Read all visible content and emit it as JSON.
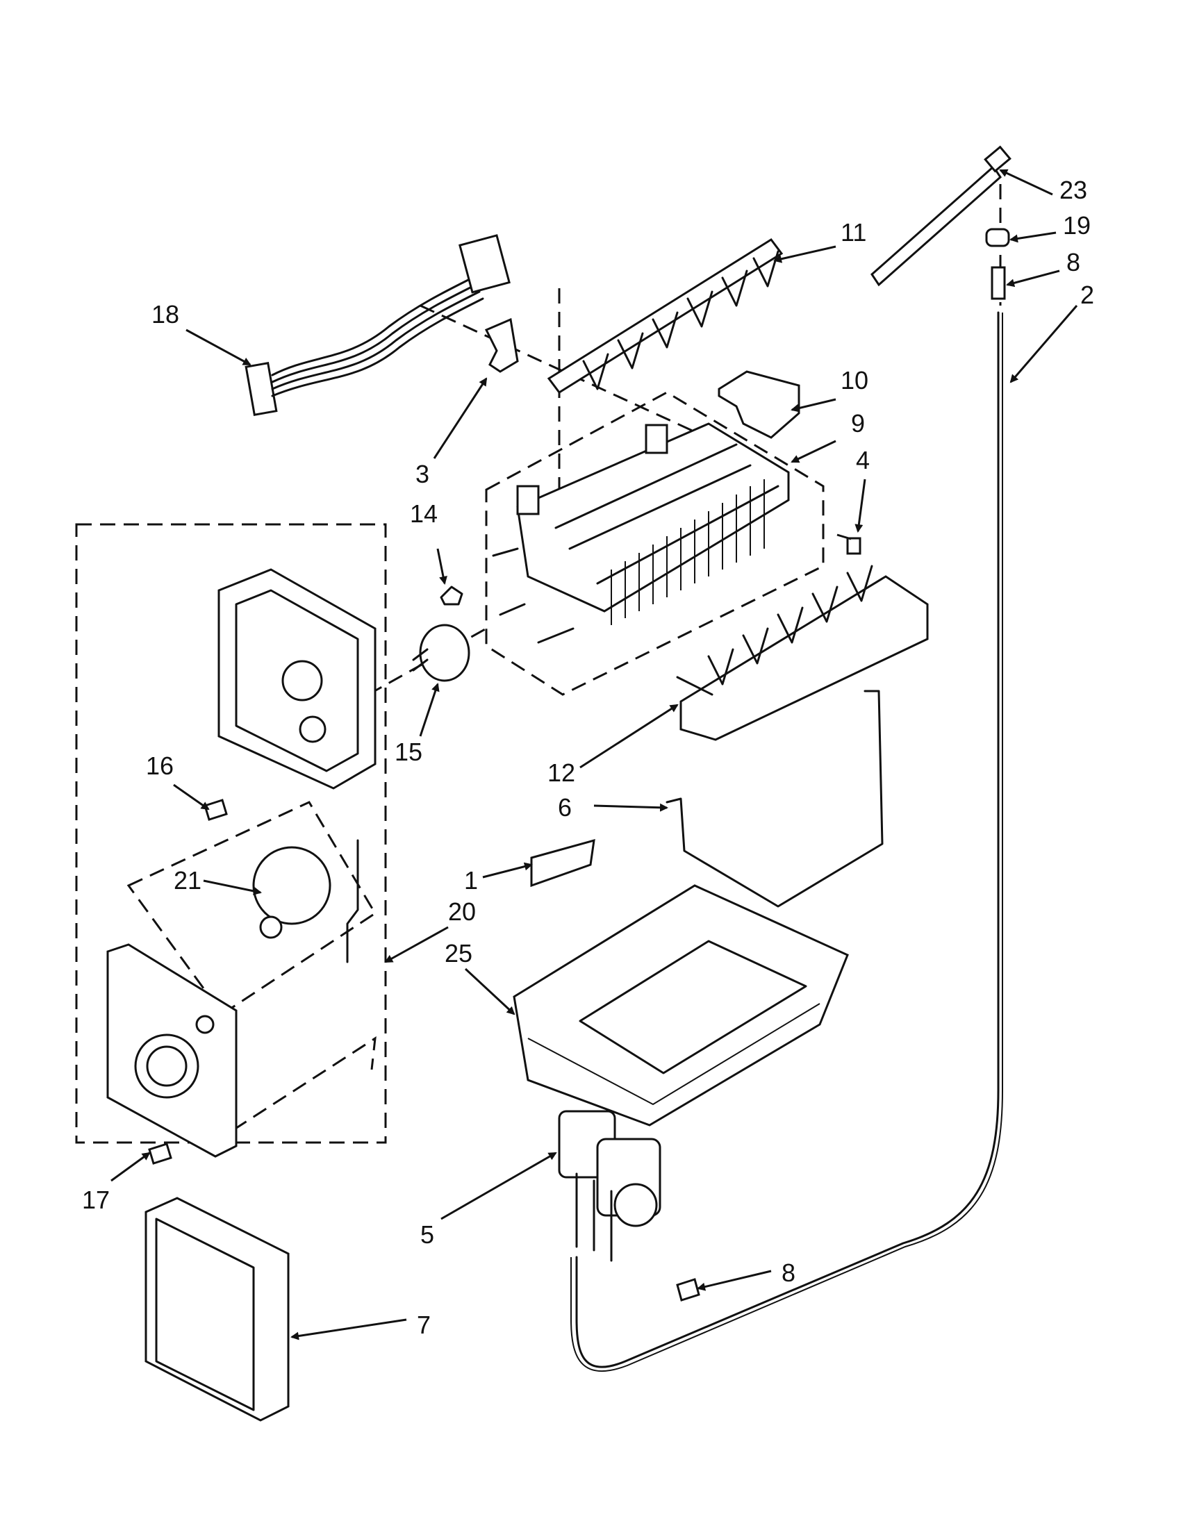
{
  "diagram": {
    "callouts": [
      {
        "id": "p1",
        "label": "1"
      },
      {
        "id": "p2",
        "label": "2"
      },
      {
        "id": "p3",
        "label": "3"
      },
      {
        "id": "p4",
        "label": "4"
      },
      {
        "id": "p5",
        "label": "5"
      },
      {
        "id": "p6",
        "label": "6"
      },
      {
        "id": "p7",
        "label": "7"
      },
      {
        "id": "p8a",
        "label": "8"
      },
      {
        "id": "p8b",
        "label": "8"
      },
      {
        "id": "p9",
        "label": "9"
      },
      {
        "id": "p10",
        "label": "10"
      },
      {
        "id": "p11",
        "label": "11"
      },
      {
        "id": "p12",
        "label": "12"
      },
      {
        "id": "p14",
        "label": "14"
      },
      {
        "id": "p15",
        "label": "15"
      },
      {
        "id": "p16",
        "label": "16"
      },
      {
        "id": "p17",
        "label": "17"
      },
      {
        "id": "p18",
        "label": "18"
      },
      {
        "id": "p19",
        "label": "19"
      },
      {
        "id": "p20",
        "label": "20"
      },
      {
        "id": "p21",
        "label": "21"
      },
      {
        "id": "p23",
        "label": "23"
      },
      {
        "id": "p25",
        "label": "25"
      }
    ]
  }
}
